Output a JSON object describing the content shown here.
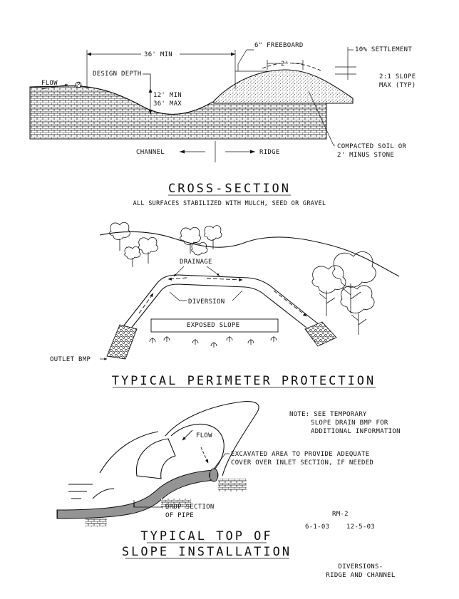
{
  "cross_section": {
    "labels": {
      "flow": "FLOW",
      "min_width": "36' MIN",
      "design_depth": "DESIGN DEPTH",
      "depth_min": "12' MIN",
      "depth_max": "36' MAX",
      "freeboard": "6\" FREEBOARD",
      "top_width": "2'",
      "settlement": "10% SETTLEMENT",
      "slope_line1": "2:1 SLOPE",
      "slope_line2": "MAX (TYP)",
      "channel": "CHANNEL",
      "ridge": "RIDGE",
      "soil_line1": "COMPACTED SOIL OR",
      "soil_line2": "2' MINUS STONE"
    },
    "title": "CROSS-SECTION",
    "subtitle": "ALL SURFACES STABILIZED WITH MULCH, SEED OR GRAVEL"
  },
  "perimeter": {
    "labels": {
      "drainage": "DRAINAGE",
      "diversion": "DIVERSION",
      "exposed_slope": "EXPOSED SLOPE",
      "outlet_bmp": "OUTLET BMP"
    },
    "title": "TYPICAL PERIMETER PROTECTION"
  },
  "top_of_slope": {
    "labels": {
      "note_line1": "NOTE: SEE TEMPORARY",
      "note_line2": "SLOPE DRAIN BMP FOR",
      "note_line3": "ADDITIONAL INFORMATION",
      "flow": "FLOW",
      "excavated_line1": "EXCAVATED AREA TO PROVIDE ADEQUATE",
      "excavated_line2": "COVER OVER INLET SECTION, IF NEEDED",
      "drop_line1": "DROP SECTION",
      "drop_line2": "OF PIPE"
    },
    "title_line1": "TYPICAL TOP OF",
    "title_line2": "SLOPE INSTALLATION"
  },
  "title_block": {
    "sheet_no": "RM-2",
    "date1": "6-1-03",
    "date2": "12-5-03",
    "name_line1": "DIVERSIONS-",
    "name_line2": "RIDGE AND CHANNEL"
  }
}
